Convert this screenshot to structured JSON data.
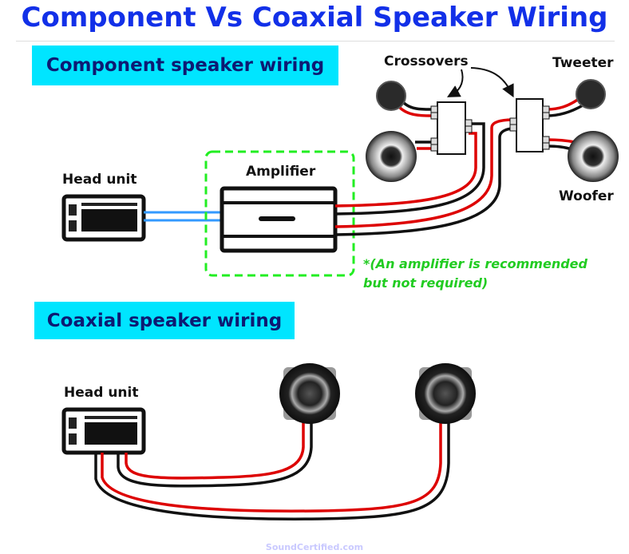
{
  "title": "Component Vs Coaxial Speaker Wiring",
  "component_section": {
    "heading": "Component speaker wiring",
    "head_unit_label": "Head unit",
    "amplifier_label": "Amplifier",
    "crossovers_label": "Crossovers",
    "tweeter_label": "Tweeter",
    "woofer_label": "Woofer",
    "note_line1": "*(An amplifier is recommended",
    "note_line2": "but not required)",
    "terminal_plus": "+",
    "terminal_minus": "-"
  },
  "coaxial_section": {
    "heading": "Coaxial speaker wiring",
    "head_unit_label": "Head unit"
  },
  "watermark": "SoundCertified.com",
  "colors": {
    "title": "#1230e8",
    "heading_bg": "#00e5ff",
    "heading_text": "#0d1a73",
    "note": "#22cc22",
    "positive_wire": "#dd0000",
    "negative_wire": "#111111",
    "signal_wire": "#3399ff"
  }
}
